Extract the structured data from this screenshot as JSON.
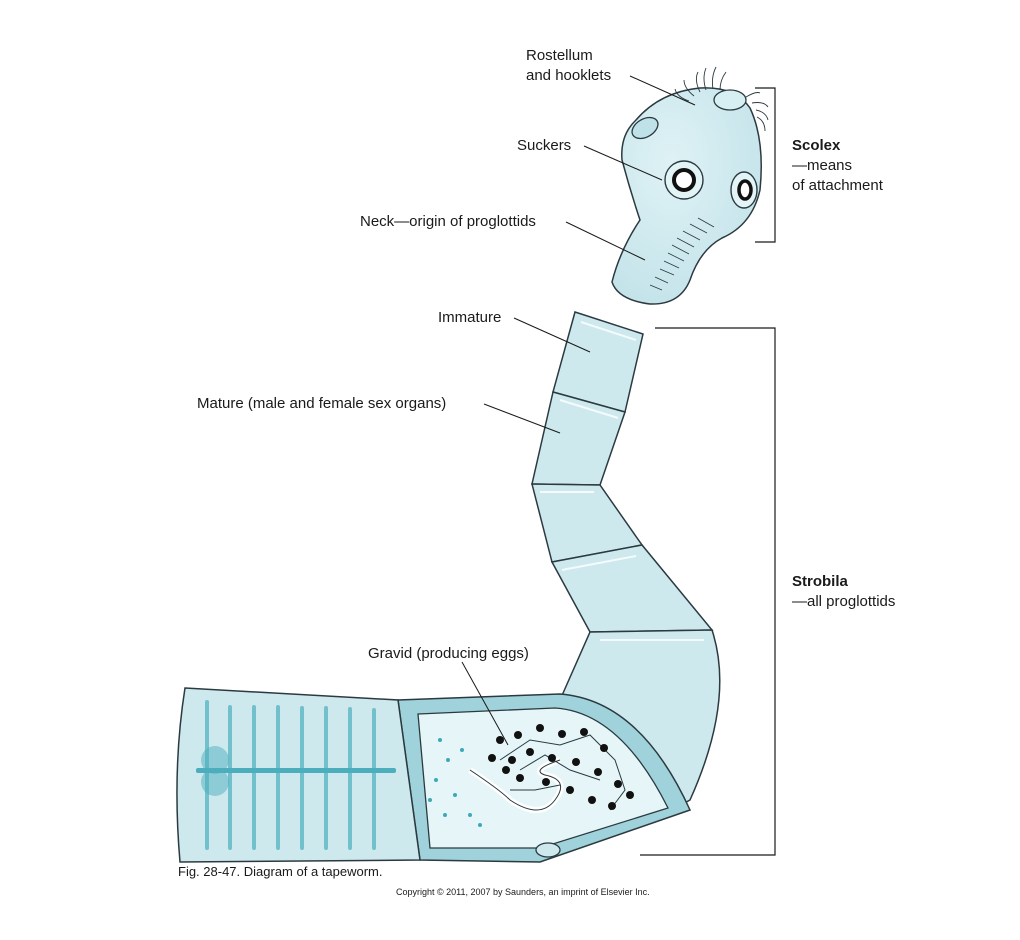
{
  "labels": {
    "rostellum_line1": "Rostellum",
    "rostellum_line2": "and hooklets",
    "suckers": "Suckers",
    "neck": "Neck—origin of proglottids",
    "immature": "Immature",
    "mature": "Mature (male and female sex organs)",
    "gravid": "Gravid (producing eggs)"
  },
  "groups": {
    "scolex_title": "Scolex",
    "scolex_desc_line1": "—means",
    "scolex_desc_line2": "of attachment",
    "strobila_title": "Strobila",
    "strobila_desc": "—all proglottids"
  },
  "caption": "Fig. 28-47. Diagram of a tapeworm.",
  "copyright": "Copyright © 2011, 2007 by Saunders, an imprint of Elsevier Inc.",
  "colors": {
    "body_fill": "#cde9ee",
    "body_stroke": "#2b3a40",
    "speckle": "#3fa8b8",
    "gravid_frame": "#6db9c6",
    "egg": "#111111"
  }
}
